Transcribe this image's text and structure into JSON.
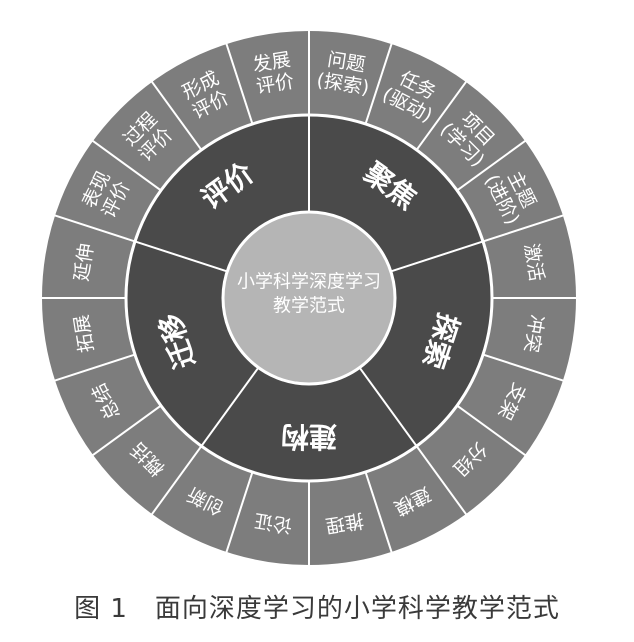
{
  "center": {
    "label_lines": [
      "小学科学深度学习",
      "教学范式"
    ]
  },
  "middle_segments": [
    {
      "label": "聚焦"
    },
    {
      "label": "探索"
    },
    {
      "label": "建构"
    },
    {
      "label": "迁移"
    },
    {
      "label": "评价"
    }
  ],
  "outer_segments": [
    {
      "lines": [
        "问题",
        "(探索)"
      ]
    },
    {
      "lines": [
        "任务",
        "(驱动)"
      ]
    },
    {
      "lines": [
        "项目",
        "(学习)"
      ]
    },
    {
      "lines": [
        "主题",
        "(进阶)"
      ]
    },
    {
      "lines": [
        "激活"
      ]
    },
    {
      "lines": [
        "冲突"
      ]
    },
    {
      "lines": [
        "支架"
      ]
    },
    {
      "lines": [
        "分组"
      ]
    },
    {
      "lines": [
        "建模"
      ]
    },
    {
      "lines": [
        "推理"
      ]
    },
    {
      "lines": [
        "论证"
      ]
    },
    {
      "lines": [
        "创新"
      ]
    },
    {
      "lines": [
        "概括"
      ]
    },
    {
      "lines": [
        "总结"
      ]
    },
    {
      "lines": [
        "拓展"
      ]
    },
    {
      "lines": [
        "延伸"
      ]
    },
    {
      "lines": [
        "表现",
        "评价"
      ]
    },
    {
      "lines": [
        "过程",
        "评价"
      ]
    },
    {
      "lines": [
        "形成",
        "评价"
      ]
    },
    {
      "lines": [
        "发展",
        "评价"
      ]
    }
  ],
  "caption": "图 1　面向深度学习的小学科学教学范式",
  "colors": {
    "outer_ring": "#7d7d7d",
    "middle_ring": "#4a4a4a",
    "center": "#b5b5b5",
    "lines": "#ffffff",
    "outer_text": "#ffffff",
    "middle_text": "#ffffff",
    "center_text": "#ffffff"
  }
}
